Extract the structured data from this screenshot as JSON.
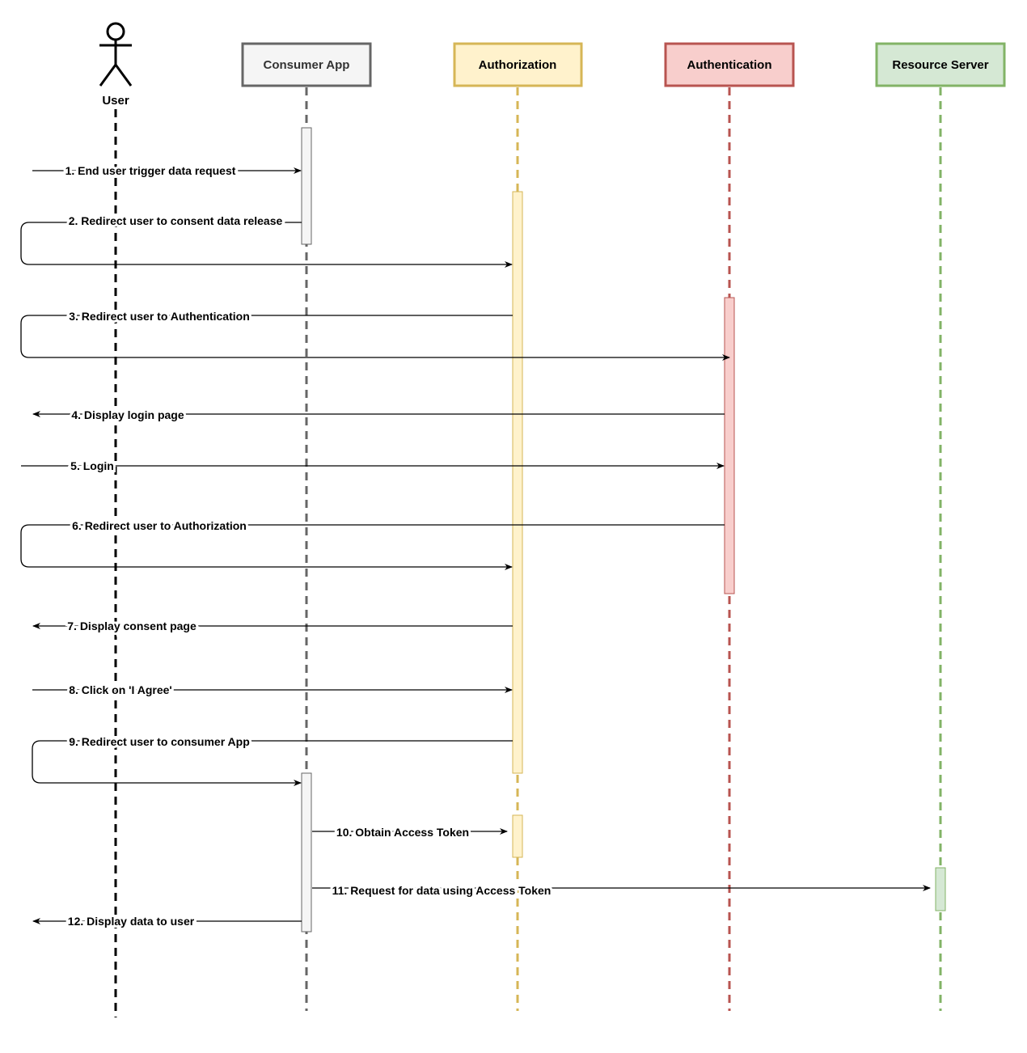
{
  "actor": {
    "name": "User"
  },
  "participants": [
    {
      "id": "consumer",
      "name": "Consumer App",
      "stroke": "#666666",
      "fill": "#f5f5f5",
      "text": "#333333"
    },
    {
      "id": "authorization",
      "name": "Authorization",
      "stroke": "#d6b656",
      "fill": "#fff2cc",
      "text": "#000000"
    },
    {
      "id": "authentication",
      "name": "Authentication",
      "stroke": "#b85450",
      "fill": "#f8cecc",
      "text": "#000000"
    },
    {
      "id": "resource",
      "name": "Resource Server",
      "stroke": "#82b366",
      "fill": "#d5e8d4",
      "text": "#000000"
    }
  ],
  "messages": [
    {
      "n": 1,
      "text": "1. End user trigger data request",
      "from": "user",
      "to": "consumer"
    },
    {
      "n": 2,
      "text": "2. Redirect user to consent data release",
      "from": "consumer",
      "to": "authorization",
      "via": "user"
    },
    {
      "n": 3,
      "text": "3. Redirect user to Authentication",
      "from": "authorization",
      "to": "authentication",
      "via": "user"
    },
    {
      "n": 4,
      "text": "4. Display login page",
      "from": "authentication",
      "to": "user"
    },
    {
      "n": 5,
      "text": "5. Login",
      "from": "user",
      "to": "authentication"
    },
    {
      "n": 6,
      "text": "6. Redirect user to Authorization",
      "from": "authentication",
      "to": "authorization",
      "via": "user"
    },
    {
      "n": 7,
      "text": "7. Display consent page",
      "from": "authorization",
      "to": "user"
    },
    {
      "n": 8,
      "text": "8. Click on 'I Agree'",
      "from": "user",
      "to": "authorization"
    },
    {
      "n": 9,
      "text": "9. Redirect user to consumer App",
      "from": "authorization",
      "to": "consumer",
      "via": "user"
    },
    {
      "n": 10,
      "text": "10. Obtain Access Token",
      "from": "consumer",
      "to": "authorization"
    },
    {
      "n": 11,
      "text": "11. Request for data using Access Token",
      "from": "consumer",
      "to": "resource"
    },
    {
      "n": 12,
      "text": "12. Display data to user",
      "from": "consumer",
      "to": "user"
    }
  ]
}
